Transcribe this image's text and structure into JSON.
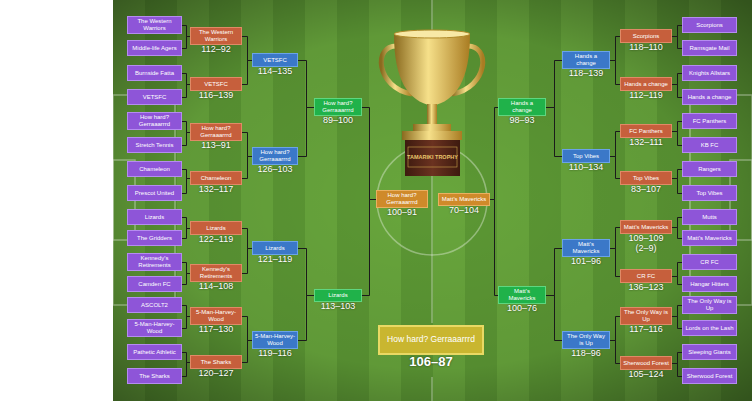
{
  "diagram": {
    "nodes": [
      {
        "text": [
          "The Western Warriors"
        ]
      },
      {
        "text": [
          "Middle-life Agers"
        ]
      },
      {
        "text": [
          "Burnside Fatta"
        ]
      },
      {
        "text": [
          "VETSFC"
        ]
      },
      {
        "text": [
          "How hard? Gerraaarrrd"
        ]
      },
      {
        "text": [
          "Stretch Tennis"
        ]
      },
      {
        "text": [
          "Chameleon"
        ]
      },
      {
        "text": [
          "Prescot United"
        ]
      },
      {
        "text": [
          "Lizards"
        ]
      },
      {
        "text": [
          "The Gridders"
        ]
      },
      {
        "text": [
          "Kennedy's Retirements"
        ]
      },
      {
        "text": [
          "Camden FC"
        ]
      },
      {
        "text": [
          "ASCOLT2"
        ]
      },
      {
        "text": [
          "5-Man-Harvey-Wood"
        ]
      },
      {
        "text": [
          "Pathetic Athletic"
        ]
      },
      {
        "text": [
          "The Sharks"
        ]
      },
      {
        "text": [
          "The Western Warriors",
          "112–92"
        ]
      },
      {
        "text": [
          "VETSFC",
          "116–139"
        ]
      },
      {
        "text": [
          "How hard? Gerraaarrrd",
          "113–91"
        ]
      },
      {
        "text": [
          "Chameleon",
          "132–117"
        ]
      },
      {
        "text": [
          "Lizards",
          "122–119"
        ]
      },
      {
        "text": [
          "Kennedy's Retirements",
          "114–108"
        ]
      },
      {
        "text": [
          "5-Man-Harvey-Wood",
          "117–130"
        ]
      },
      {
        "text": [
          "The Sharks",
          "120–127"
        ]
      },
      {
        "text": [
          "VETSFC",
          "114–135"
        ]
      },
      {
        "text": [
          "How hard? Gerraaarrrd",
          "126–103"
        ]
      },
      {
        "text": [
          "Lizards",
          "121–119"
        ]
      },
      {
        "text": [
          "5-Man-Harvey-Wood",
          "119–116"
        ]
      },
      {
        "text": [
          "How hard? Gerraaarrrd",
          "89–100"
        ]
      },
      {
        "text": [
          "Lizards",
          "113–103"
        ]
      },
      {
        "text": [
          "How hard? Gerraaarrrd",
          "100–91"
        ]
      },
      {
        "text": [
          "Matt's Mavericks",
          "70–104"
        ]
      },
      {
        "text": [
          "Hands a change",
          "98–93"
        ]
      },
      {
        "text": [
          "Matt's Mavericks",
          "100–76"
        ]
      },
      {
        "text": [
          "Hands a change",
          "118–139"
        ]
      },
      {
        "text": [
          "Top Vibes",
          "110–134"
        ]
      },
      {
        "text": [
          "Matt's Mavericks",
          "101–96"
        ]
      },
      {
        "text": [
          "The Only Way is Up",
          "118–96"
        ]
      },
      {
        "text": [
          "Scorpions",
          "118–110"
        ]
      },
      {
        "text": [
          "Hands a change",
          "112–119"
        ]
      },
      {
        "text": [
          "FC Panthers",
          "132–111"
        ]
      },
      {
        "text": [
          "Top Vibes",
          "83–107"
        ]
      },
      {
        "text": [
          "Matt's Mavericks",
          "109–109",
          "(2–9)"
        ]
      },
      {
        "text": [
          "CR FC",
          "136–123"
        ]
      },
      {
        "text": [
          "The Only Way is Up",
          "117–116"
        ]
      },
      {
        "text": [
          "Sherwood Forest",
          "105–124"
        ]
      },
      {
        "text": [
          "Scorpions"
        ]
      },
      {
        "text": [
          "Ramsgate Mail"
        ]
      },
      {
        "text": [
          "Knights Allstars"
        ]
      },
      {
        "text": [
          "Hands a change"
        ]
      },
      {
        "text": [
          "FC Panthers"
        ]
      },
      {
        "text": [
          "KB FC"
        ]
      },
      {
        "text": [
          "Rangers"
        ]
      },
      {
        "text": [
          "Top Vibes"
        ]
      },
      {
        "text": [
          "Mutts"
        ]
      },
      {
        "text": [
          "Matt's Mavericks"
        ]
      },
      {
        "text": [
          "CR FC"
        ]
      },
      {
        "text": [
          "Hangar Hitters"
        ]
      },
      {
        "text": [
          "The Only Way is Up"
        ]
      },
      {
        "text": [
          "Lords on the Lash"
        ]
      },
      {
        "text": [
          "Sleeping Giants"
        ]
      },
      {
        "text": [
          "Sherwood Forest"
        ]
      },
      {
        "text": [
          "How hard? Gerraaarrrd",
          "106–87"
        ]
      }
    ],
    "edges": [
      {
        "from": 0,
        "to": 16,
        "arrow": "none"
      },
      {
        "from": 1,
        "to": 16,
        "arrow": "none"
      },
      {
        "from": 2,
        "to": 17,
        "arrow": "none"
      },
      {
        "from": 3,
        "to": 17,
        "arrow": "none"
      },
      {
        "from": 4,
        "to": 18,
        "arrow": "none"
      },
      {
        "from": 5,
        "to": 18,
        "arrow": "none"
      },
      {
        "from": 6,
        "to": 19,
        "arrow": "none"
      },
      {
        "from": 7,
        "to": 19,
        "arrow": "none"
      },
      {
        "from": 8,
        "to": 20,
        "arrow": "none"
      },
      {
        "from": 9,
        "to": 20,
        "arrow": "none"
      },
      {
        "from": 10,
        "to": 21,
        "arrow": "none"
      },
      {
        "from": 11,
        "to": 21,
        "arrow": "none"
      },
      {
        "from": 12,
        "to": 22,
        "arrow": "none"
      },
      {
        "from": 13,
        "to": 22,
        "arrow": "none"
      },
      {
        "from": 14,
        "to": 23,
        "arrow": "none"
      },
      {
        "from": 15,
        "to": 23,
        "arrow": "none"
      },
      {
        "from": 16,
        "to": 24,
        "arrow": "none"
      },
      {
        "from": 17,
        "to": 24,
        "arrow": "none"
      },
      {
        "from": 18,
        "to": 25,
        "arrow": "none"
      },
      {
        "from": 19,
        "to": 25,
        "arrow": "none"
      },
      {
        "from": 20,
        "to": 26,
        "arrow": "none"
      },
      {
        "from": 21,
        "to": 26,
        "arrow": "none"
      },
      {
        "from": 22,
        "to": 27,
        "arrow": "none"
      },
      {
        "from": 23,
        "to": 27,
        "arrow": "none"
      },
      {
        "from": 24,
        "to": 28,
        "arrow": "none"
      },
      {
        "from": 25,
        "to": 28,
        "arrow": "none"
      },
      {
        "from": 26,
        "to": 29,
        "arrow": "none"
      },
      {
        "from": 27,
        "to": 29,
        "arrow": "none"
      },
      {
        "from": 28,
        "to": 30,
        "arrow": "none"
      },
      {
        "from": 29,
        "to": 30,
        "arrow": "none"
      },
      {
        "from": 32,
        "to": 31,
        "arrow": "none"
      },
      {
        "from": 33,
        "to": 31,
        "arrow": "none"
      },
      {
        "from": 34,
        "to": 32,
        "arrow": "none"
      },
      {
        "from": 35,
        "to": 32,
        "arrow": "none"
      },
      {
        "from": 36,
        "to": 33,
        "arrow": "none"
      },
      {
        "from": 37,
        "to": 33,
        "arrow": "none"
      },
      {
        "from": 38,
        "to": 34,
        "arrow": "none"
      },
      {
        "from": 39,
        "to": 34,
        "arrow": "none"
      },
      {
        "from": 40,
        "to": 35,
        "arrow": "none"
      },
      {
        "from": 41,
        "to": 35,
        "arrow": "none"
      },
      {
        "from": 42,
        "to": 36,
        "arrow": "none"
      },
      {
        "from": 43,
        "to": 36,
        "arrow": "none"
      },
      {
        "from": 44,
        "to": 37,
        "arrow": "none"
      },
      {
        "from": 45,
        "to": 37,
        "arrow": "none"
      },
      {
        "from": 46,
        "to": 38,
        "arrow": "none"
      },
      {
        "from": 47,
        "to": 38,
        "arrow": "none"
      },
      {
        "from": 48,
        "to": 39,
        "arrow": "none"
      },
      {
        "from": 49,
        "to": 39,
        "arrow": "none"
      },
      {
        "from": 50,
        "to": 40,
        "arrow": "none"
      },
      {
        "from": 51,
        "to": 40,
        "arrow": "none"
      },
      {
        "from": 52,
        "to": 41,
        "arrow": "none"
      },
      {
        "from": 53,
        "to": 41,
        "arrow": "none"
      },
      {
        "from": 54,
        "to": 42,
        "arrow": "none"
      },
      {
        "from": 55,
        "to": 42,
        "arrow": "none"
      },
      {
        "from": 56,
        "to": 43,
        "arrow": "none"
      },
      {
        "from": 57,
        "to": 43,
        "arrow": "none"
      },
      {
        "from": 58,
        "to": 44,
        "arrow": "none"
      },
      {
        "from": 59,
        "to": 44,
        "arrow": "none"
      },
      {
        "from": 60,
        "to": 45,
        "arrow": "none"
      },
      {
        "from": 61,
        "to": 45,
        "arrow": "none"
      }
    ],
    "labels": [
      "TAMARIKI TROPHY"
    ]
  }
}
